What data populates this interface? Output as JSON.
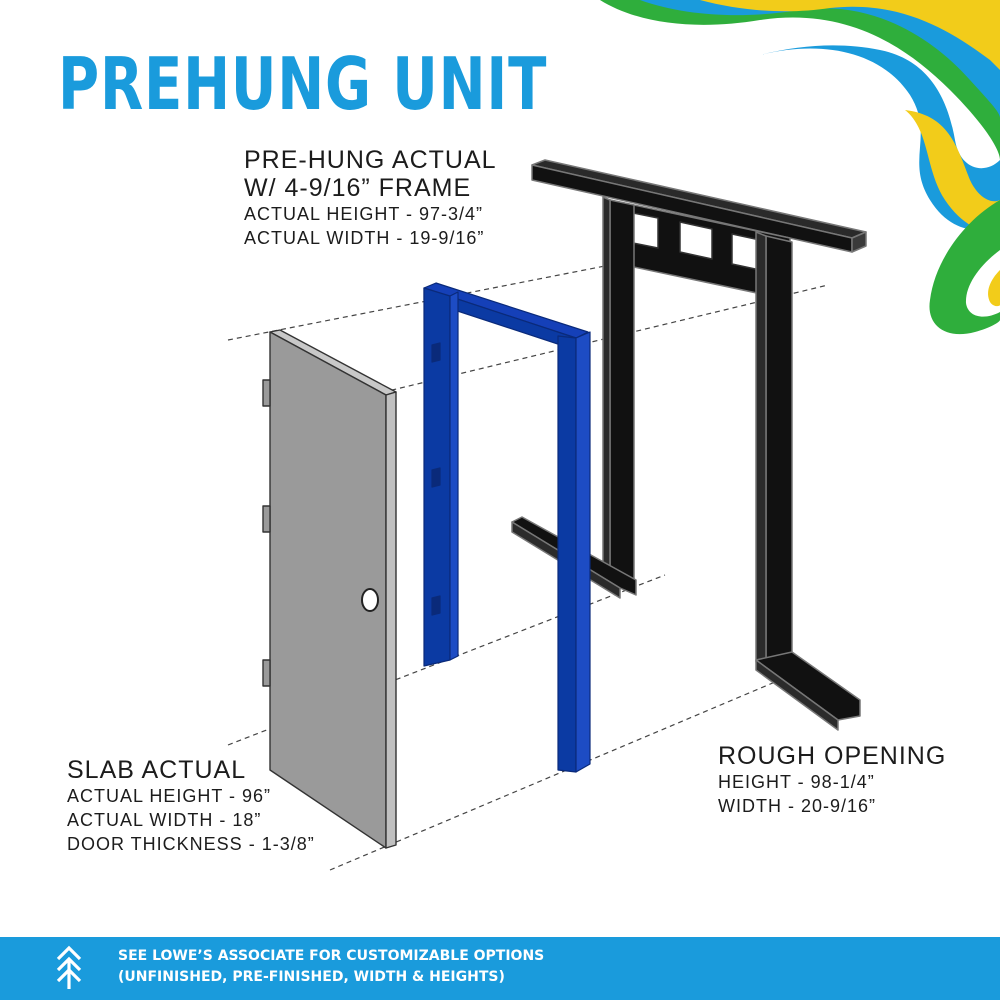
{
  "title": "PREHUNG UNIT",
  "prehung": {
    "heading_1": "PRE-HUNG ACTUAL",
    "heading_2": "W/ 4-9/16” FRAME",
    "height": "ACTUAL HEIGHT - 97-3/4”",
    "width": "ACTUAL WIDTH - 19-9/16”"
  },
  "slab": {
    "heading": "SLAB ACTUAL",
    "height": "ACTUAL HEIGHT - 96”",
    "width": "ACTUAL WIDTH - 18”",
    "thickness": "DOOR THICKNESS - 1-3/8”"
  },
  "rough_opening": {
    "heading": "ROUGH OPENING",
    "height": "HEIGHT - 98-1/4”",
    "width": "WIDTH - 20-9/16”"
  },
  "footer": {
    "line_1": "SEE LOWE’S ASSOCIATE FOR CUSTOMIZABLE OPTIONS",
    "line_2": "(UNFINISHED, PRE-FINISHED, WIDTH & HEIGHTS)",
    "logo_icon": "arrow-tree-icon"
  },
  "colors": {
    "title_blue": "#1a9bdc",
    "footer_blue": "#1a9bdc",
    "jamb_blue": "#0b3aa3",
    "door_gray": "#9a9a9a",
    "framing_black": "#111111",
    "swirl_yellow": "#f2cc1a",
    "swirl_green": "#2fae3c"
  }
}
